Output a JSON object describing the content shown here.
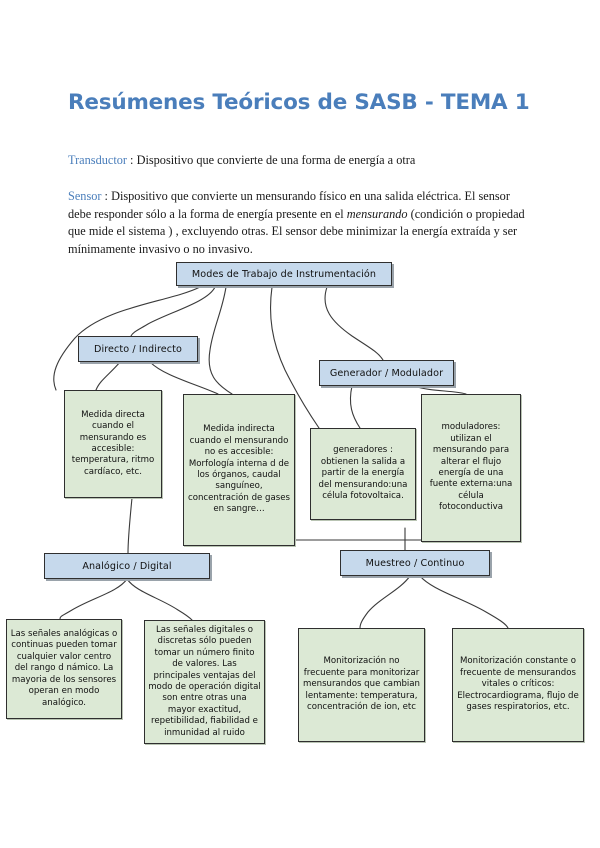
{
  "document": {
    "title": "Resúmenes Teóricos de SASB - TEMA 1",
    "paragraphs": {
      "transductor": {
        "term": "Transductor",
        "separator": " : ",
        "text": "Dispositivo que convierte de una forma de energía a otra"
      },
      "sensor": {
        "term": "Sensor",
        "separator": " : ",
        "text_part1": "Dispositivo que convierte un mensurando físico en una salida eléctrica. El sensor debe responder sólo a la forma de energía presente en el ",
        "text_italic": "mensurando",
        "text_part2": " (condición o propiedad que mide el sistema ) , excluyendo otras. El sensor debe minimizar la energía extraída y ser mínimamente invasivo o no invasivo."
      }
    }
  },
  "colors": {
    "title_blue": "#4a7ebb",
    "keyword_blue": "#4a7ebb",
    "node_blue_fill": "#c6d9ec",
    "node_green_fill": "#dce9d5",
    "node_border": "#2f2f2f",
    "connector": "#3a3a3a"
  },
  "diagram": {
    "nodes": {
      "root": "Modes de Trabajo de Instrumentación",
      "directo_indirecto": "Directo / Indirecto",
      "generador_modulador": "Generador / Modulador",
      "medida_directa": "Medida directa cuando el mensurando es accesible: temperatura, ritmo cardíaco, etc.",
      "medida_indirecta": "Medida indirecta cuando el mensurando no es accesible: Morfología interna d de los órganos, caudal sanguíneo, concentración de gases en sangre…",
      "generadores": "generadores : obtienen la salida a partir de la energía del mensurando:una célula fotovoltaica.",
      "moduladores": "moduladores: utilizan el mensurando para alterar el flujo energía de una fuente externa:una célula fotoconductiva",
      "analogico_digital": "Analógico / Digital",
      "muestreo_continuo": "Muestreo / Continuo",
      "senales_analogicas": "Las señales analógicas o continuas pueden tomar cualquier valor centro del rango d námico. La mayoria de los sensores operan en modo analógico.",
      "senales_digitales": "Las señales digitales o discretas sólo pueden tomar un número finito de valores. Las principales ventajas del modo de operación digital son entre otras una mayor exactitud, repetibilidad, fiabilidad e inmunidad al ruido",
      "monitorizacion_no_frecuente": "Monitorización no frecuente para monitorizar mensurandos que cambian lentamente: temperatura, concentración de ion, etc",
      "monitorizacion_constante": "Monitorización constante o frecuente de mensurandos vitales o críticos: Electrocardiograma, flujo de gases respiratorios, etc."
    }
  }
}
